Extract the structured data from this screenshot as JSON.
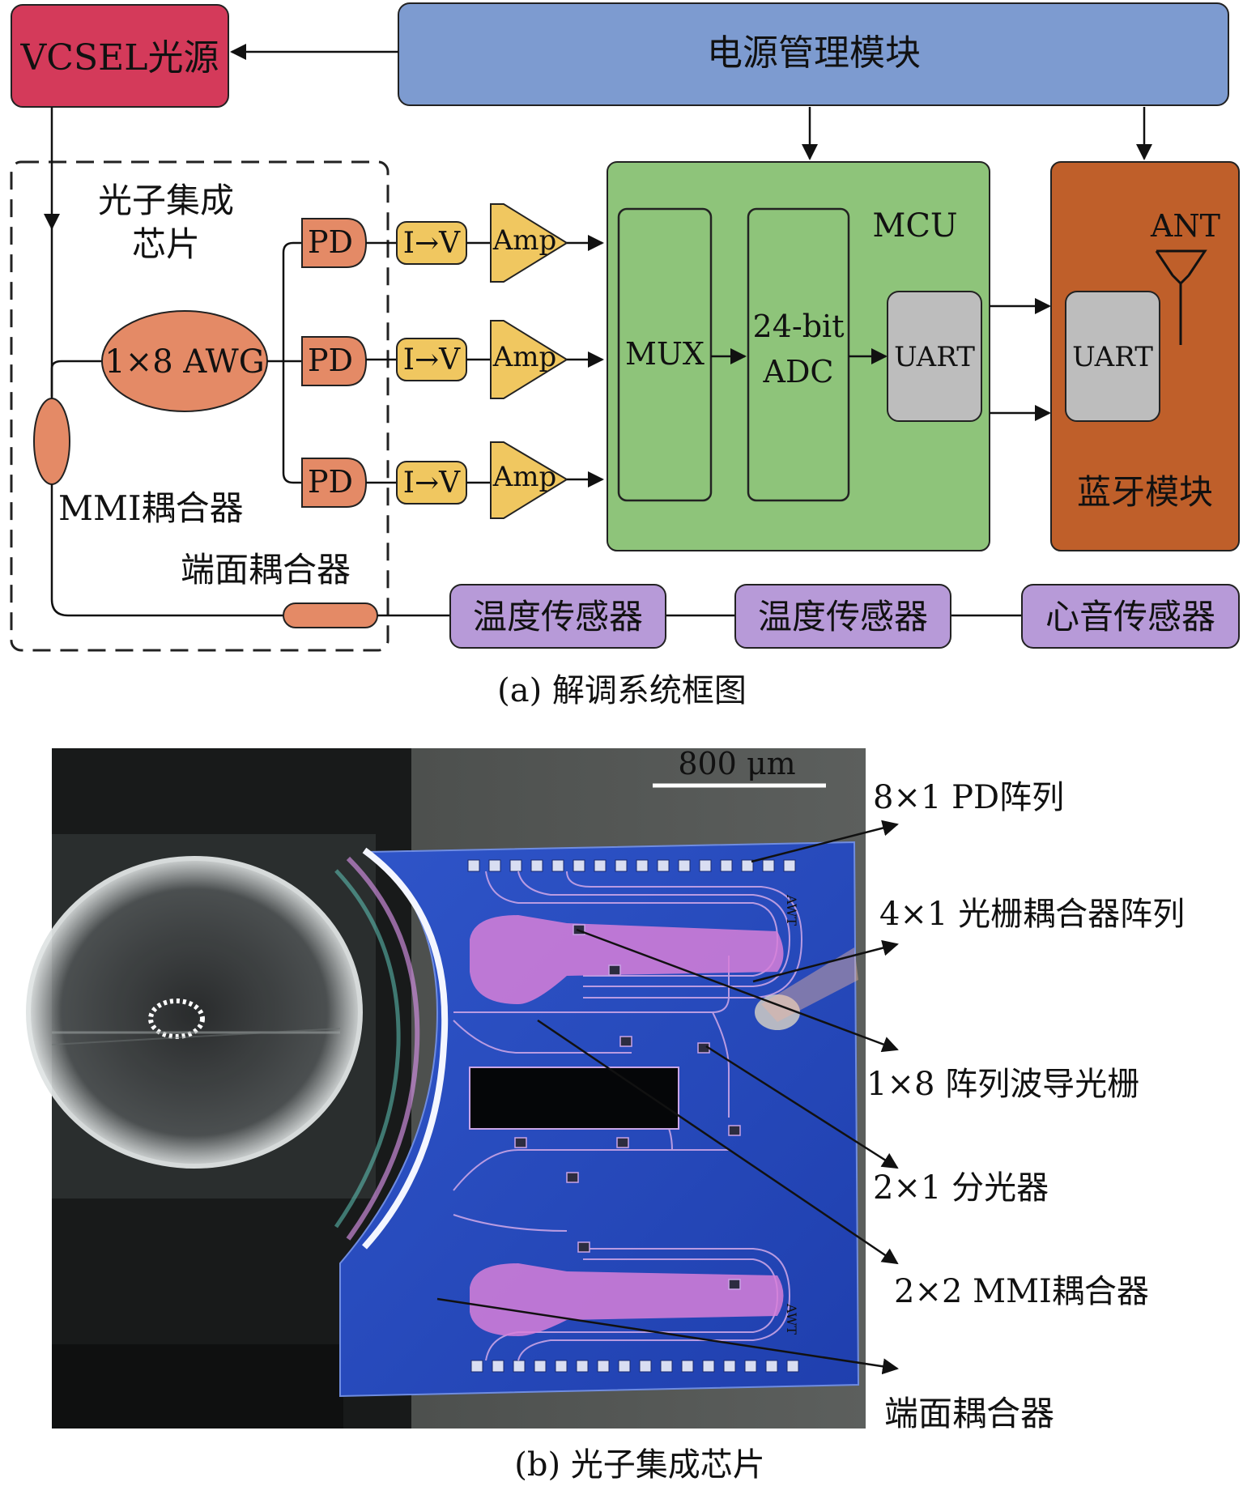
{
  "panel_a": {
    "caption": "(a) 解调系统框图",
    "vcsel": "VCSEL光源",
    "power": "电源管理模块",
    "chip_title_1": "光子集成",
    "chip_title_2": "芯片",
    "awg": "1×8 AWG",
    "pd": "PD",
    "iv": "I→V",
    "amp": "Amp",
    "mmi": "MMI耦合器",
    "edge_coupler": "端面耦合器",
    "mcu": "MCU",
    "mux": "MUX",
    "adc_1": "24-bit",
    "adc_2": "ADC",
    "uart": "UART",
    "ant": "ANT",
    "bluetooth": "蓝牙模块",
    "sensors": [
      "温度传感器",
      "温度传感器",
      "心音传感器"
    ],
    "colors": {
      "vcsel": "#d43a5a",
      "power": "#7d9bd0",
      "mcu": "#8ec47a",
      "bluetooth": "#bf5f2a",
      "pd": "#e48a66",
      "amp": "#f0c760",
      "uart": "#bdbdbd",
      "sensor": "#b79ad8"
    }
  },
  "panel_b": {
    "caption": "(b) 光子集成芯片",
    "scale_bar": "800 μm",
    "labels": [
      "8×1 PD阵列",
      "4×1 光栅耦合器阵列",
      "1×8 阵列波导光栅",
      "2×1 分光器",
      "2×2 MMI耦合器",
      "端面耦合器"
    ]
  }
}
